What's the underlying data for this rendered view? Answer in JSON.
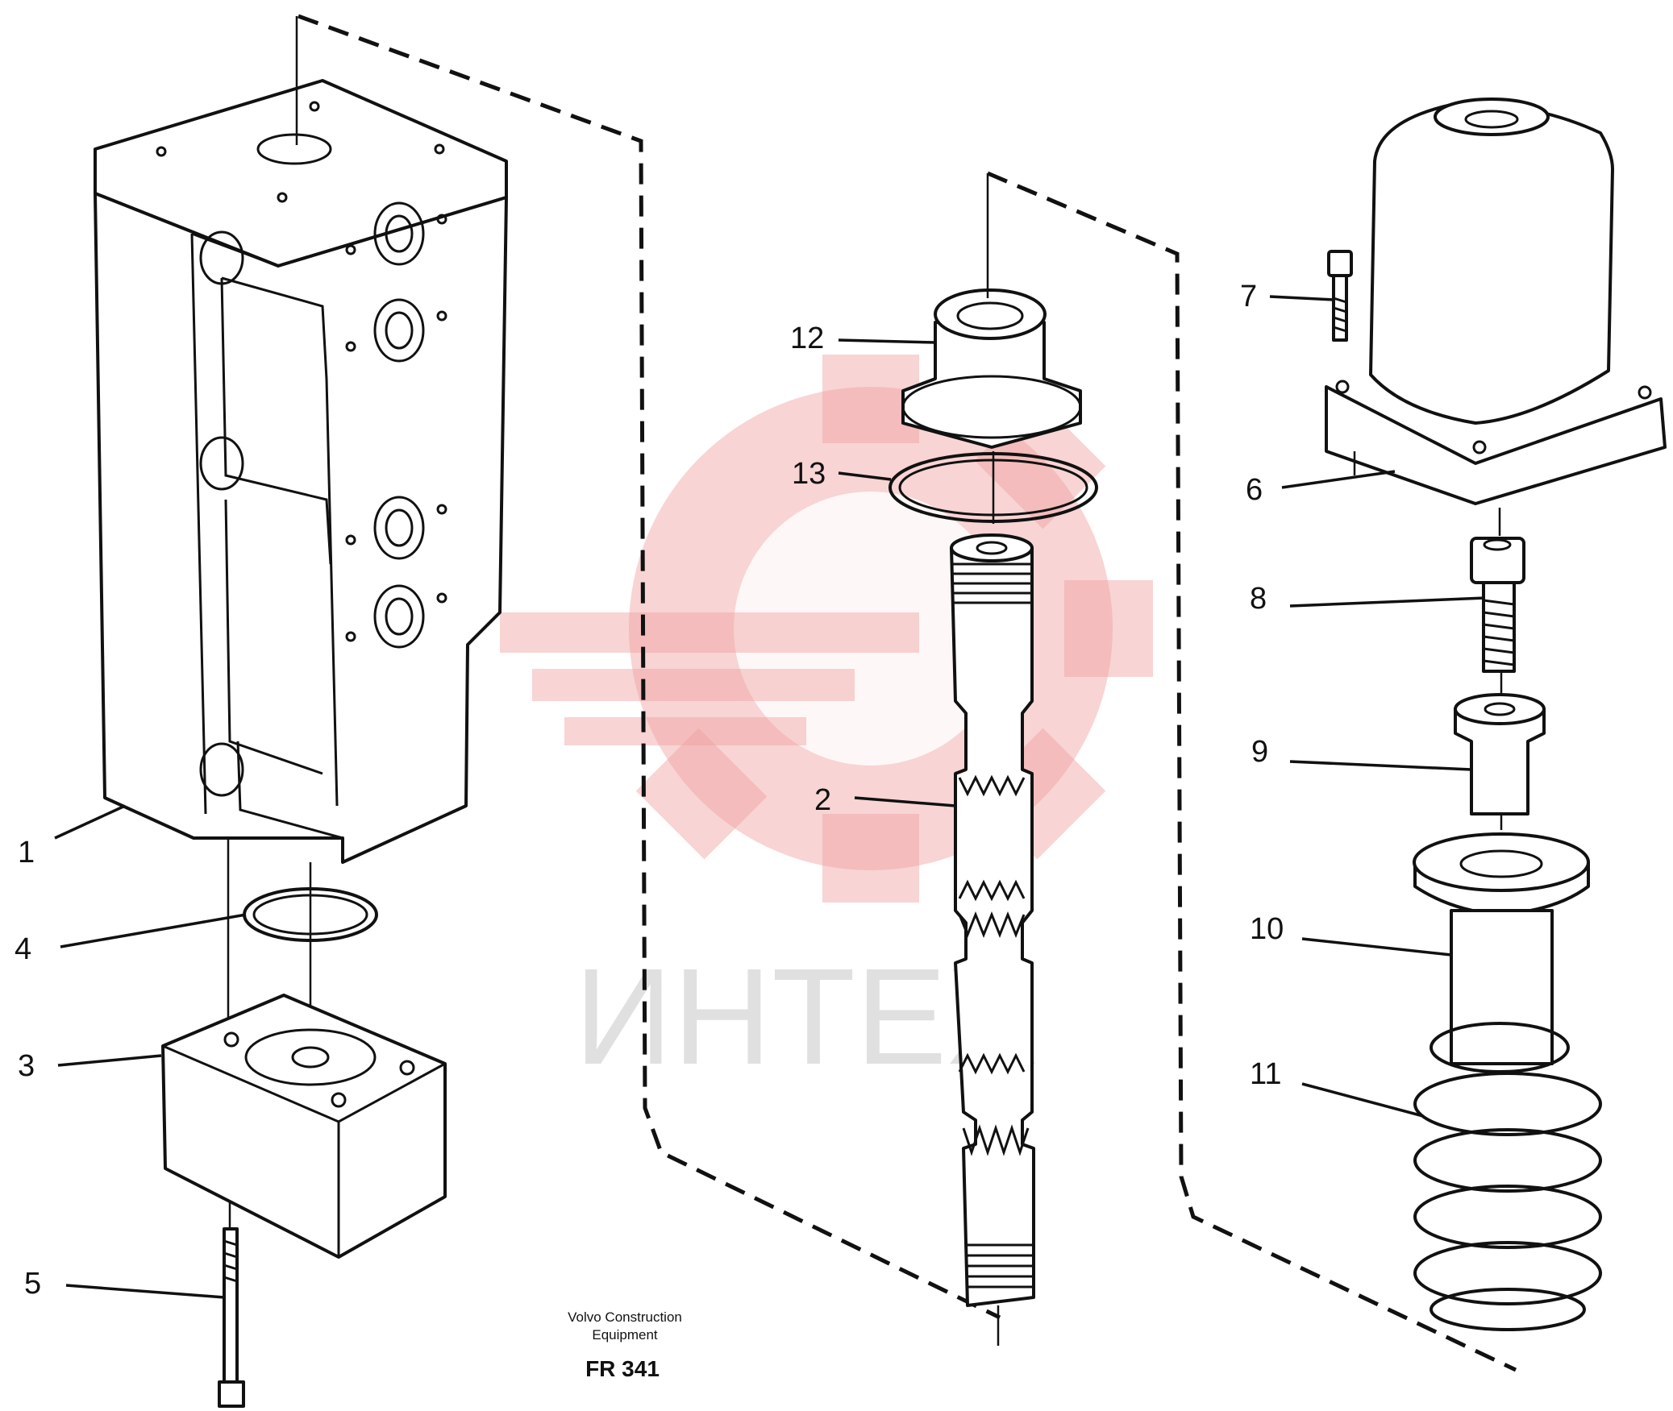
{
  "parts": [
    {
      "id": "1",
      "label": "1"
    },
    {
      "id": "2",
      "label": "2"
    },
    {
      "id": "3",
      "label": "3"
    },
    {
      "id": "4",
      "label": "4"
    },
    {
      "id": "5",
      "label": "5"
    },
    {
      "id": "6",
      "label": "6"
    },
    {
      "id": "7",
      "label": "7"
    },
    {
      "id": "8",
      "label": "8"
    },
    {
      "id": "9",
      "label": "9"
    },
    {
      "id": "10",
      "label": "10"
    },
    {
      "id": "11",
      "label": "11"
    },
    {
      "id": "12",
      "label": "12"
    },
    {
      "id": "13",
      "label": "13"
    }
  ],
  "publisher": {
    "line1": "Volvo Construction",
    "line2": "Equipment"
  },
  "figure_code": "FR 341",
  "watermark": {
    "text": "ИНТЕХ",
    "color": "#f0a0a0"
  }
}
